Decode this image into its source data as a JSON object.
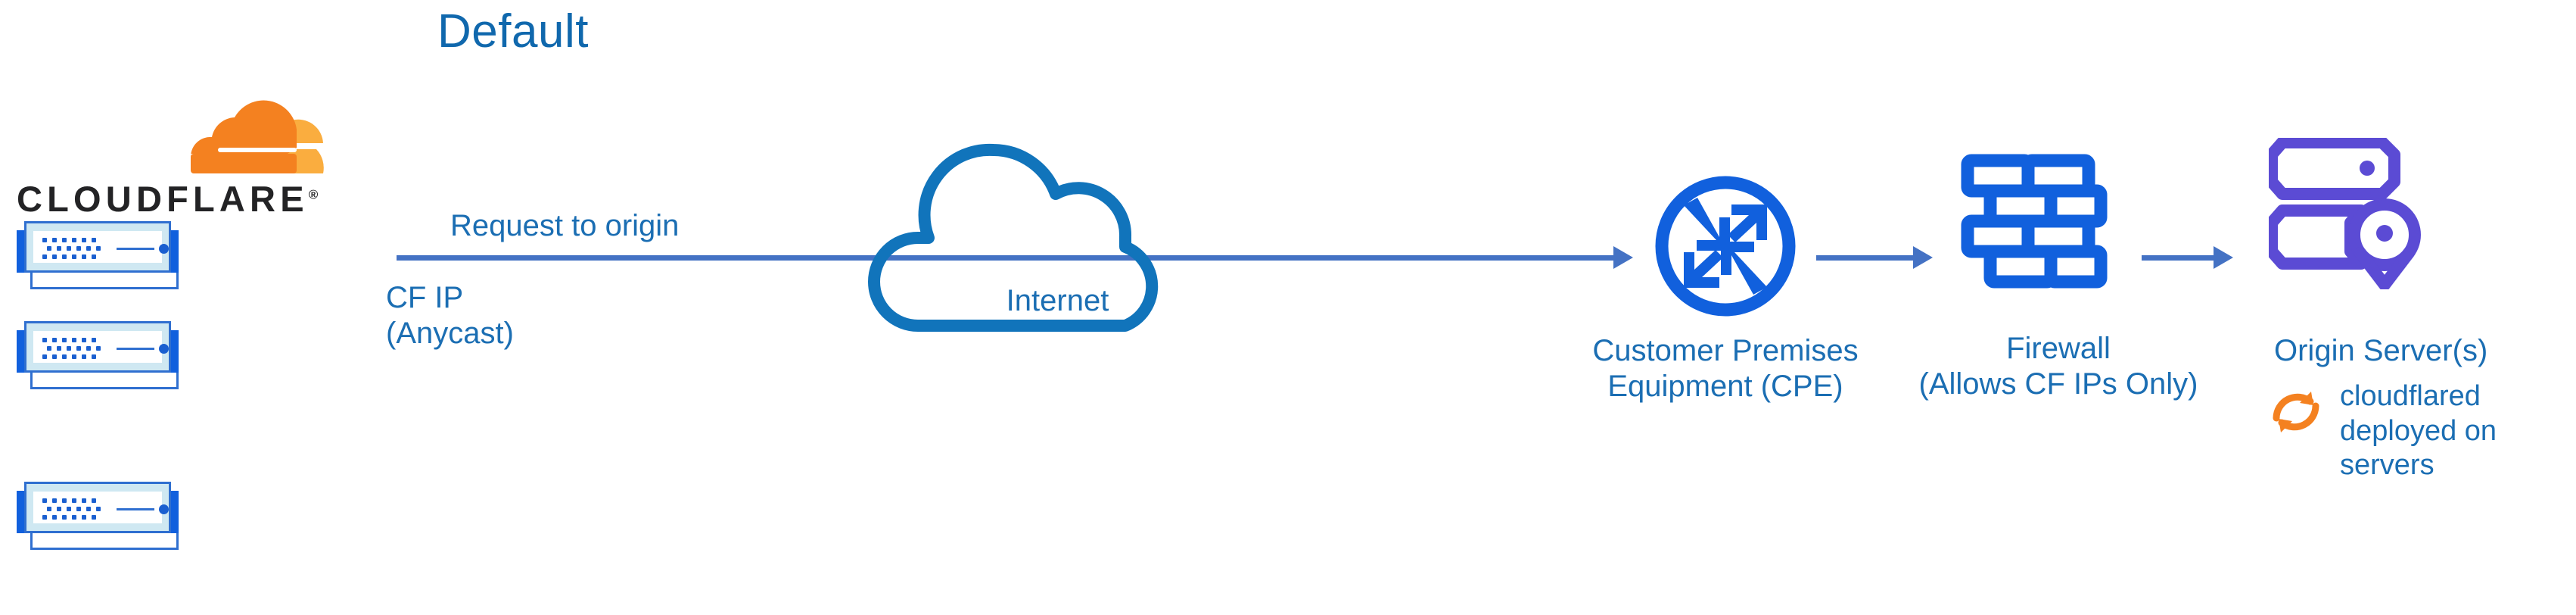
{
  "title": "Default",
  "brand": {
    "wordmark": "CLOUDFLARE",
    "registered_mark": "®",
    "logo_icon": "cloudflare-cloud-logo",
    "colors": {
      "orange": "#f48120",
      "orange_light": "#faad3f",
      "wordmark": "#232325"
    }
  },
  "colors": {
    "title_blue": "#1068ad",
    "label_blue": "#1b6eb3",
    "arrow_blue": "#4472c4",
    "icon_blue": "#1160dd",
    "cloud_blue": "#1174bb",
    "origin_purple": "#5b4bd4",
    "orange": "#f48120",
    "server_body": "#cfe8f2"
  },
  "edge": {
    "label": "CF IP\n(Anycast)",
    "server_count": 3,
    "server_icon": "rack-server-icon"
  },
  "flow": {
    "request_label": "Request to origin",
    "arrow_icon": "arrow-right-icon"
  },
  "nodes": [
    {
      "id": "internet",
      "label": "Internet",
      "icon": "cloud-icon"
    },
    {
      "id": "cpe",
      "label": "Customer Premises\nEquipment (CPE)",
      "icon": "router-icon"
    },
    {
      "id": "firewall",
      "label": "Firewall\n(Allows CF IPs Only)",
      "icon": "brick-wall-icon"
    },
    {
      "id": "origin",
      "label": "Origin Server(s)",
      "icon": "server-with-location-pin-icon"
    }
  ],
  "cloudflared": {
    "text": "cloudflared\ndeployed on\nservers",
    "icon": "refresh-cycle-icon"
  }
}
